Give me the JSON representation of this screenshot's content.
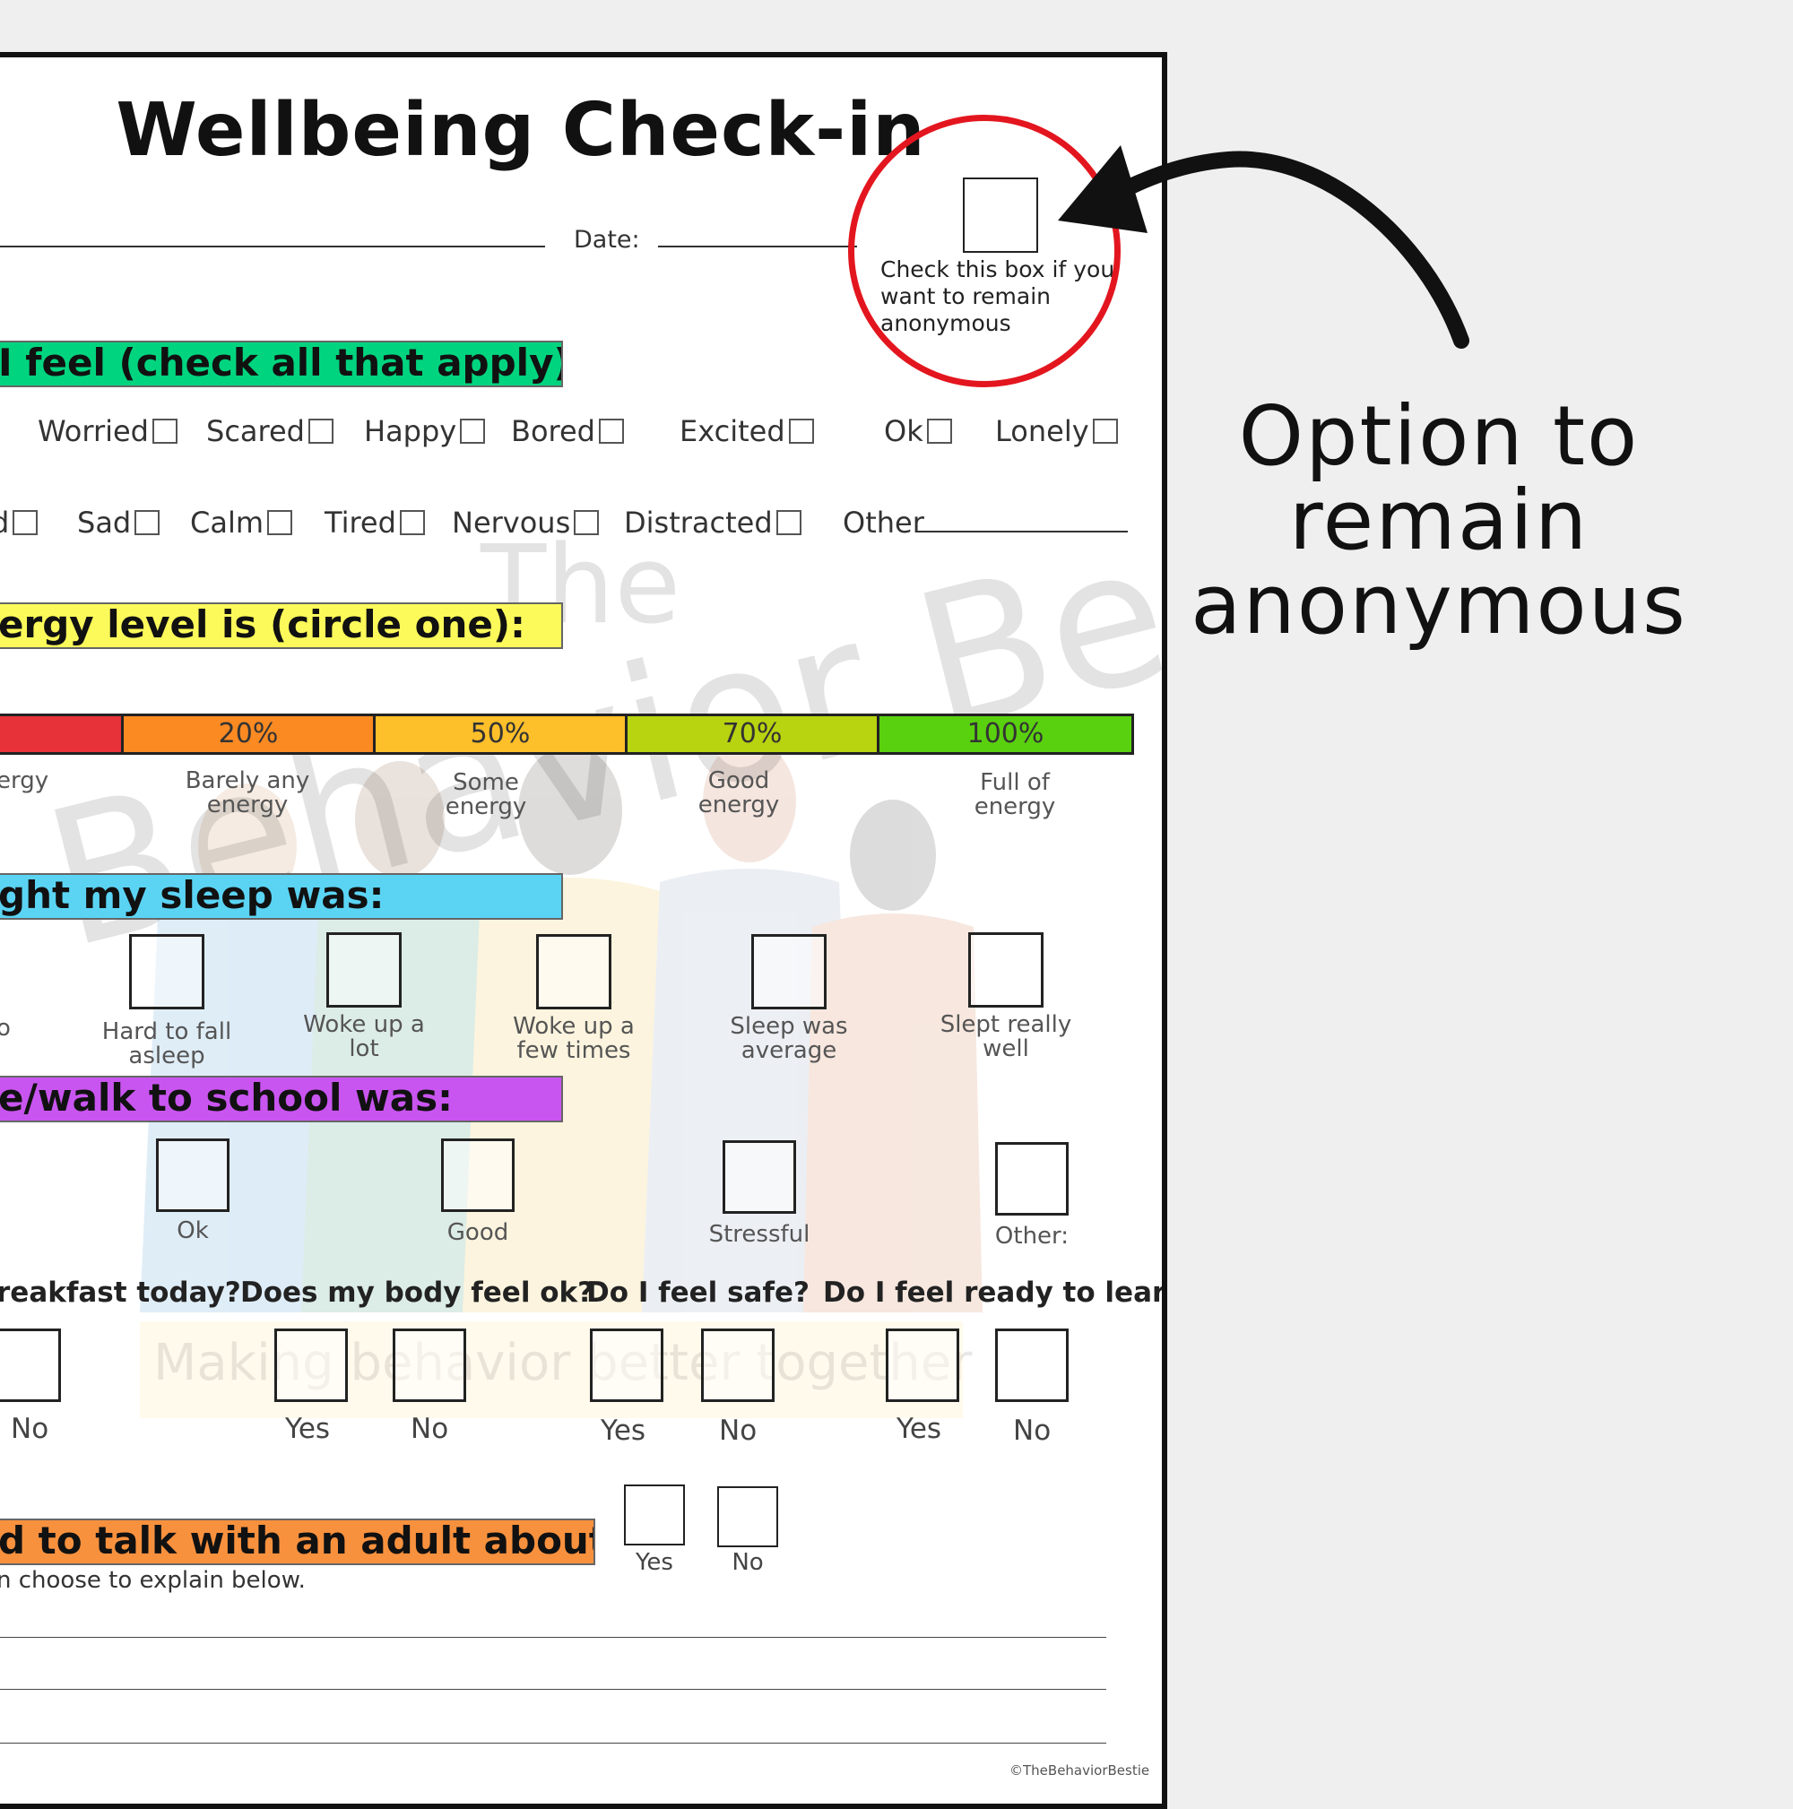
{
  "title": "Wellbeing Check-in",
  "date_label": "Date:",
  "anonymous": {
    "lines": [
      "Check this box if you",
      "want to remain",
      "anonymous"
    ]
  },
  "feel": {
    "banner": "I feel (check all that apply):",
    "row1": [
      "Worried",
      "Scared",
      "Happy",
      "Bored",
      "Excited",
      "Ok",
      "Lonely"
    ],
    "row2": [
      "d",
      "Sad",
      "Calm",
      "Tired",
      "Nervous",
      "Distracted",
      "Other"
    ]
  },
  "energy": {
    "banner": "ergy level is (circle one):",
    "levels": [
      "20%",
      "50%",
      "70%",
      "100%"
    ],
    "first_caption": "ergy",
    "captions": [
      [
        "Barely any",
        "energy"
      ],
      [
        "Some",
        "energy"
      ],
      [
        "Good",
        "energy"
      ],
      [
        "Full of",
        "energy"
      ]
    ]
  },
  "sleep": {
    "banner": "ght my sleep was:",
    "first_caption": "o",
    "options": [
      [
        "Hard to fall",
        "asleep"
      ],
      [
        "Woke up a",
        "lot"
      ],
      [
        "Woke up a",
        "few times"
      ],
      [
        "Sleep was",
        "average"
      ],
      [
        "Slept really",
        "well"
      ]
    ]
  },
  "school": {
    "banner": "e/walk  to school was:",
    "options": [
      "Ok",
      "Good",
      "Stressful",
      "Other:"
    ]
  },
  "questions": {
    "items": [
      "reakfast today?",
      "Does my body feel ok?",
      "Do I feel safe?",
      "Do I feel ready to learn?"
    ],
    "yes": "Yes",
    "no": "No"
  },
  "talk": {
    "banner": "d to talk with an adult about anything?",
    "yes": "Yes",
    "no": "No",
    "note": "n choose to explain below."
  },
  "watermark": {
    "line1": "The",
    "line2": "Behavior Bestie",
    "tagline": "Making behavior better together"
  },
  "copyright": "©TheBehaviorBestie",
  "side_text": [
    "Option to",
    "remain",
    "anonymous"
  ],
  "colors": {
    "feel": "#00d47f",
    "energy": "#fcfa5a",
    "sleep": "#5bd4f4",
    "school": "#c955f0",
    "talk": "#f8913e",
    "seg0": "#e8323a",
    "seg20": "#fb8a22",
    "seg50": "#fdbf2a",
    "seg70": "#b8d30f",
    "seg100": "#5ad10f",
    "circle": "#e3161f"
  }
}
